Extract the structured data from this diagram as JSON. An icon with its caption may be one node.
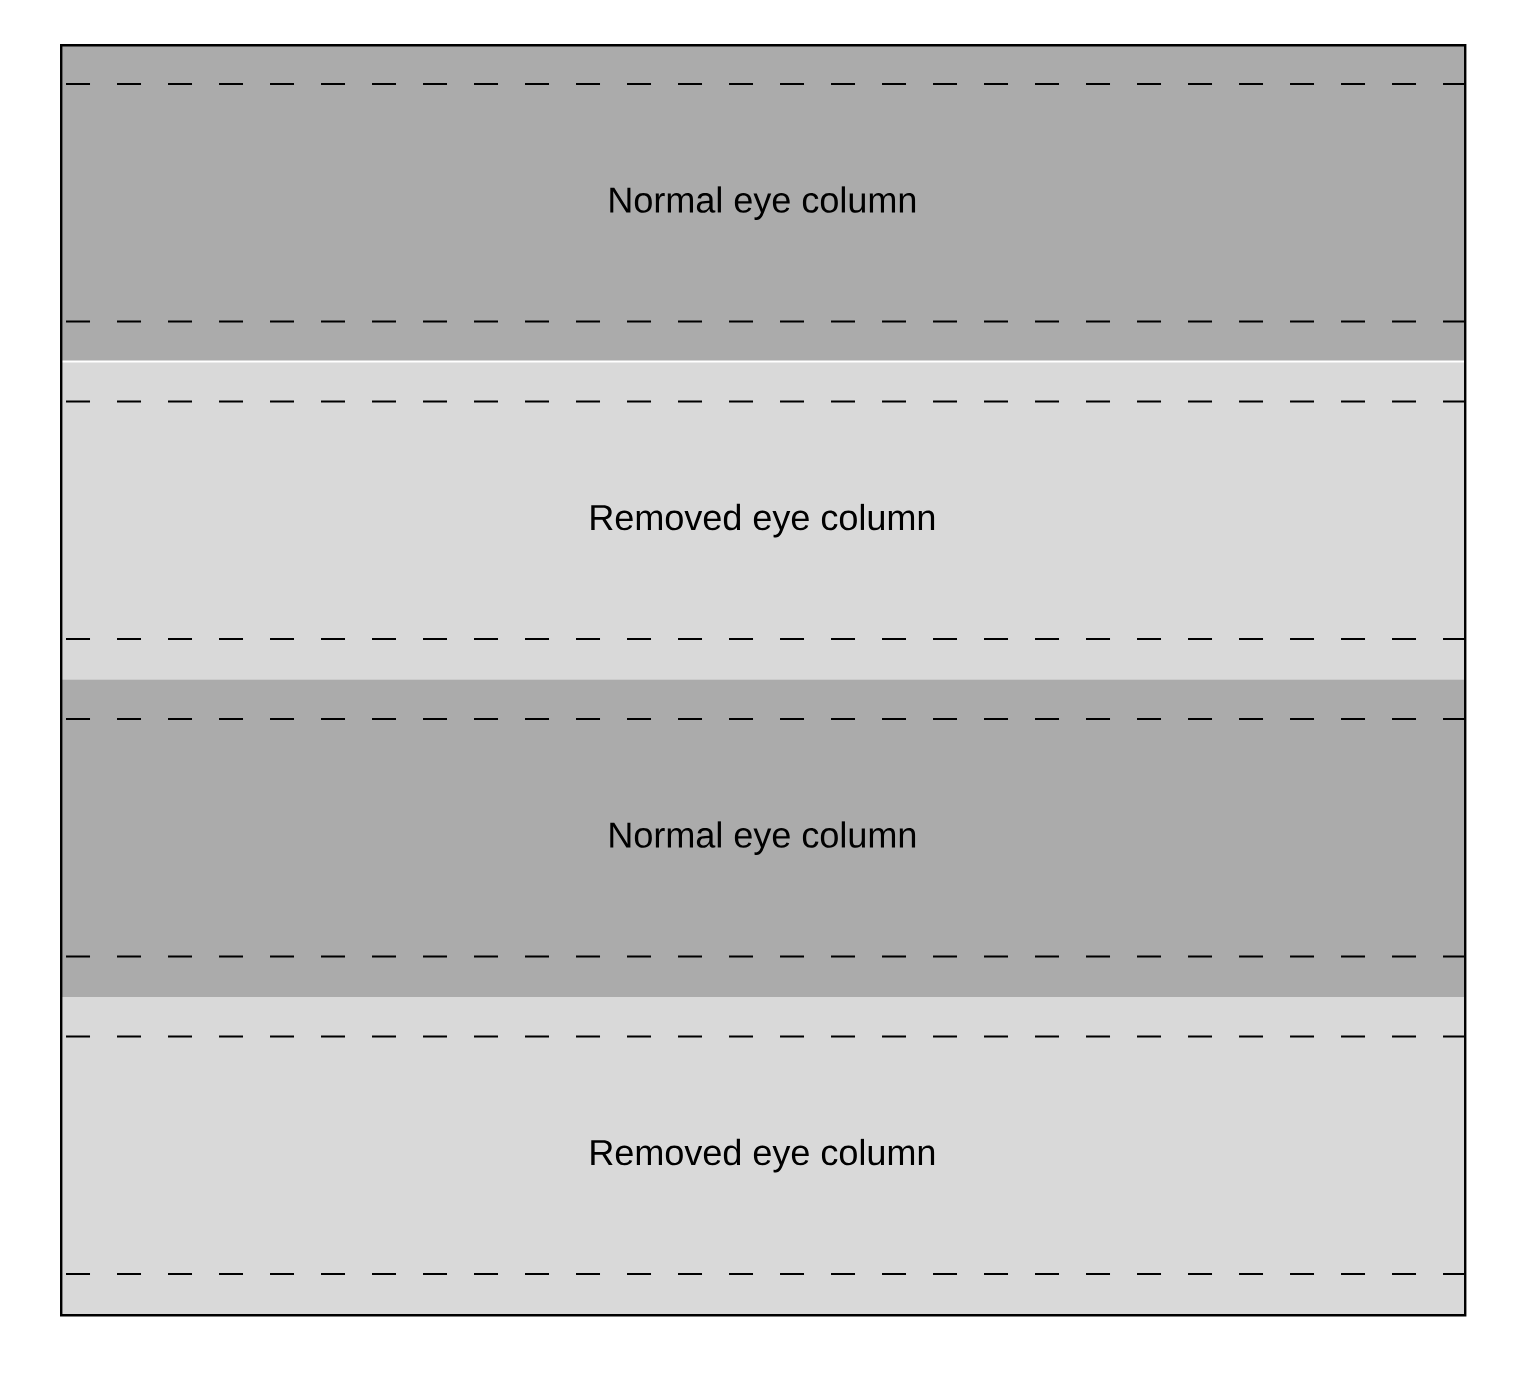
{
  "diagram": {
    "nodes": [
      {
        "text": [],
        "shape": "box"
      },
      {
        "text": [
          "Normal eye column"
        ],
        "in": 0
      },
      {
        "text": [
          "Removed eye column"
        ],
        "in": 0
      },
      {
        "text": [
          "Normal eye column"
        ],
        "in": 0
      },
      {
        "text": [
          "Removed eye column"
        ],
        "in": 0
      }
    ]
  }
}
